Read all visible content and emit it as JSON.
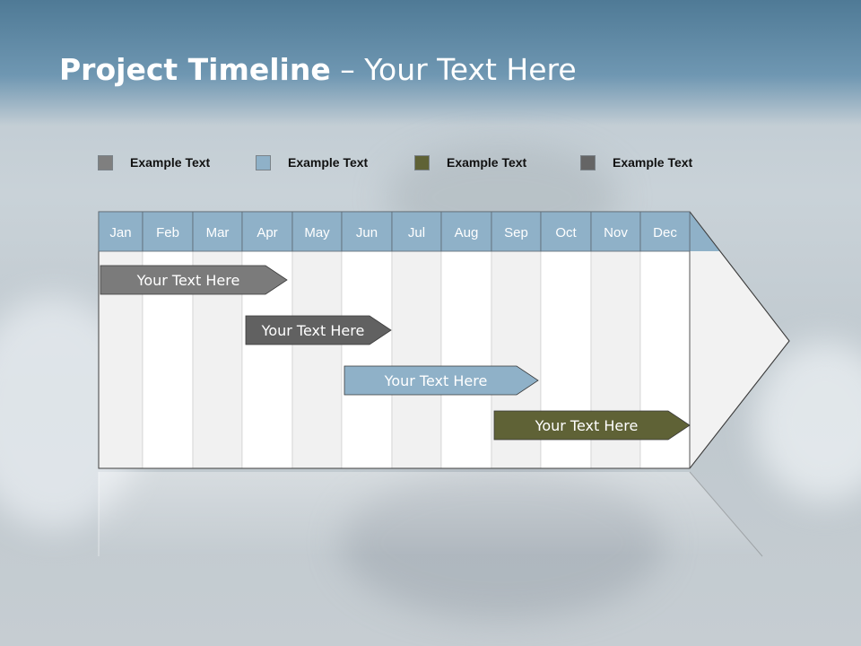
{
  "slide": {
    "title_bold": "Project Timeline",
    "title_rest": " – Your Text Here"
  },
  "legend": [
    {
      "label": "Example Text",
      "color": "#7f7f7f"
    },
    {
      "label": "Example Text",
      "color": "#8fb1c8"
    },
    {
      "label": "Example Text",
      "color": "#5f6236"
    },
    {
      "label": "Example Text",
      "color": "#656565"
    }
  ],
  "timeline": {
    "months": [
      "Jan",
      "Feb",
      "Mar",
      "Apr",
      "May",
      "Jun",
      "Jul",
      "Aug",
      "Sep",
      "Oct",
      "Nov",
      "Dec"
    ],
    "header_color": "#8fb1c8",
    "tasks": [
      {
        "label": "Your  Text Here",
        "start_month": "Jan",
        "end_month": "Apr",
        "color": "#7b7b7b"
      },
      {
        "label": "Your  Text Here",
        "start_month": "Apr",
        "end_month": "Jun",
        "color": "#616161"
      },
      {
        "label": "Your  Text Here",
        "start_month": "Jun",
        "end_month": "Sep",
        "color": "#8fb1c8"
      },
      {
        "label": "Your  Text Here",
        "start_month": "Sep",
        "end_month": "Dec",
        "color": "#5f6236"
      }
    ]
  }
}
